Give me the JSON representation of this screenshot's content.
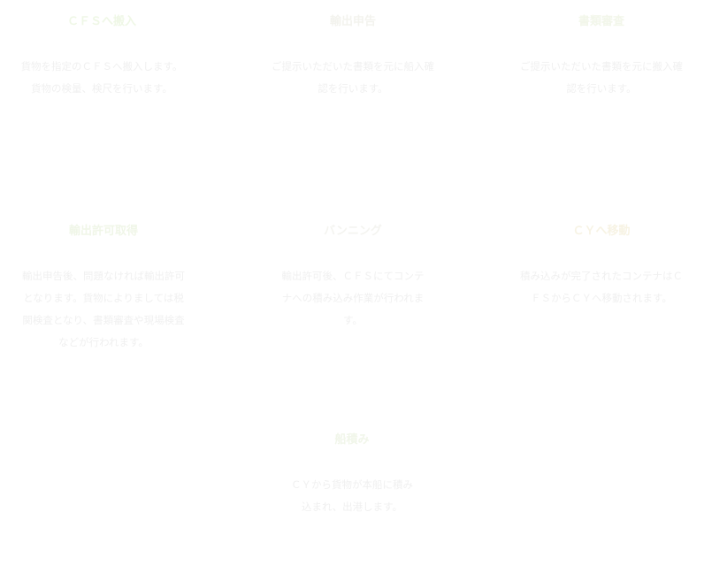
{
  "colors": {
    "title": "#eff7e6",
    "title_accent": "#f7f3e4",
    "description": "#f0f0f0",
    "background": "#ffffff"
  },
  "steps": [
    {
      "title": "ＣＦＳへ搬入",
      "description": "貨物を指定のＣＦＳへ搬入します。貨物の検量、検尺を行います。"
    },
    {
      "title": "輸出申告",
      "description": "ご提示いただいた書類を元に船入確認を行います。"
    },
    {
      "title": "書類審査",
      "description": "ご提示いただいた書類を元に搬入確認を行います。"
    },
    {
      "title": "輸出許可取得",
      "description": "輸出申告後、問題なければ輸出許可となります。貨物によりましては税関検査となり、書類審査や現場検査などが行われます。"
    },
    {
      "title": "バンニング",
      "description": "輸出許可後、ＣＦＳにてコンテナへの積み込み作業が行われます。"
    },
    {
      "title": "ＣＹへ移動",
      "description": "積み込みが完了されたコンテナはＣＦＳからＣＹへ移動されます。"
    },
    {
      "title": "船積み",
      "description": "ＣＹから貨物が本船に積み込まれ、出港します。"
    }
  ]
}
